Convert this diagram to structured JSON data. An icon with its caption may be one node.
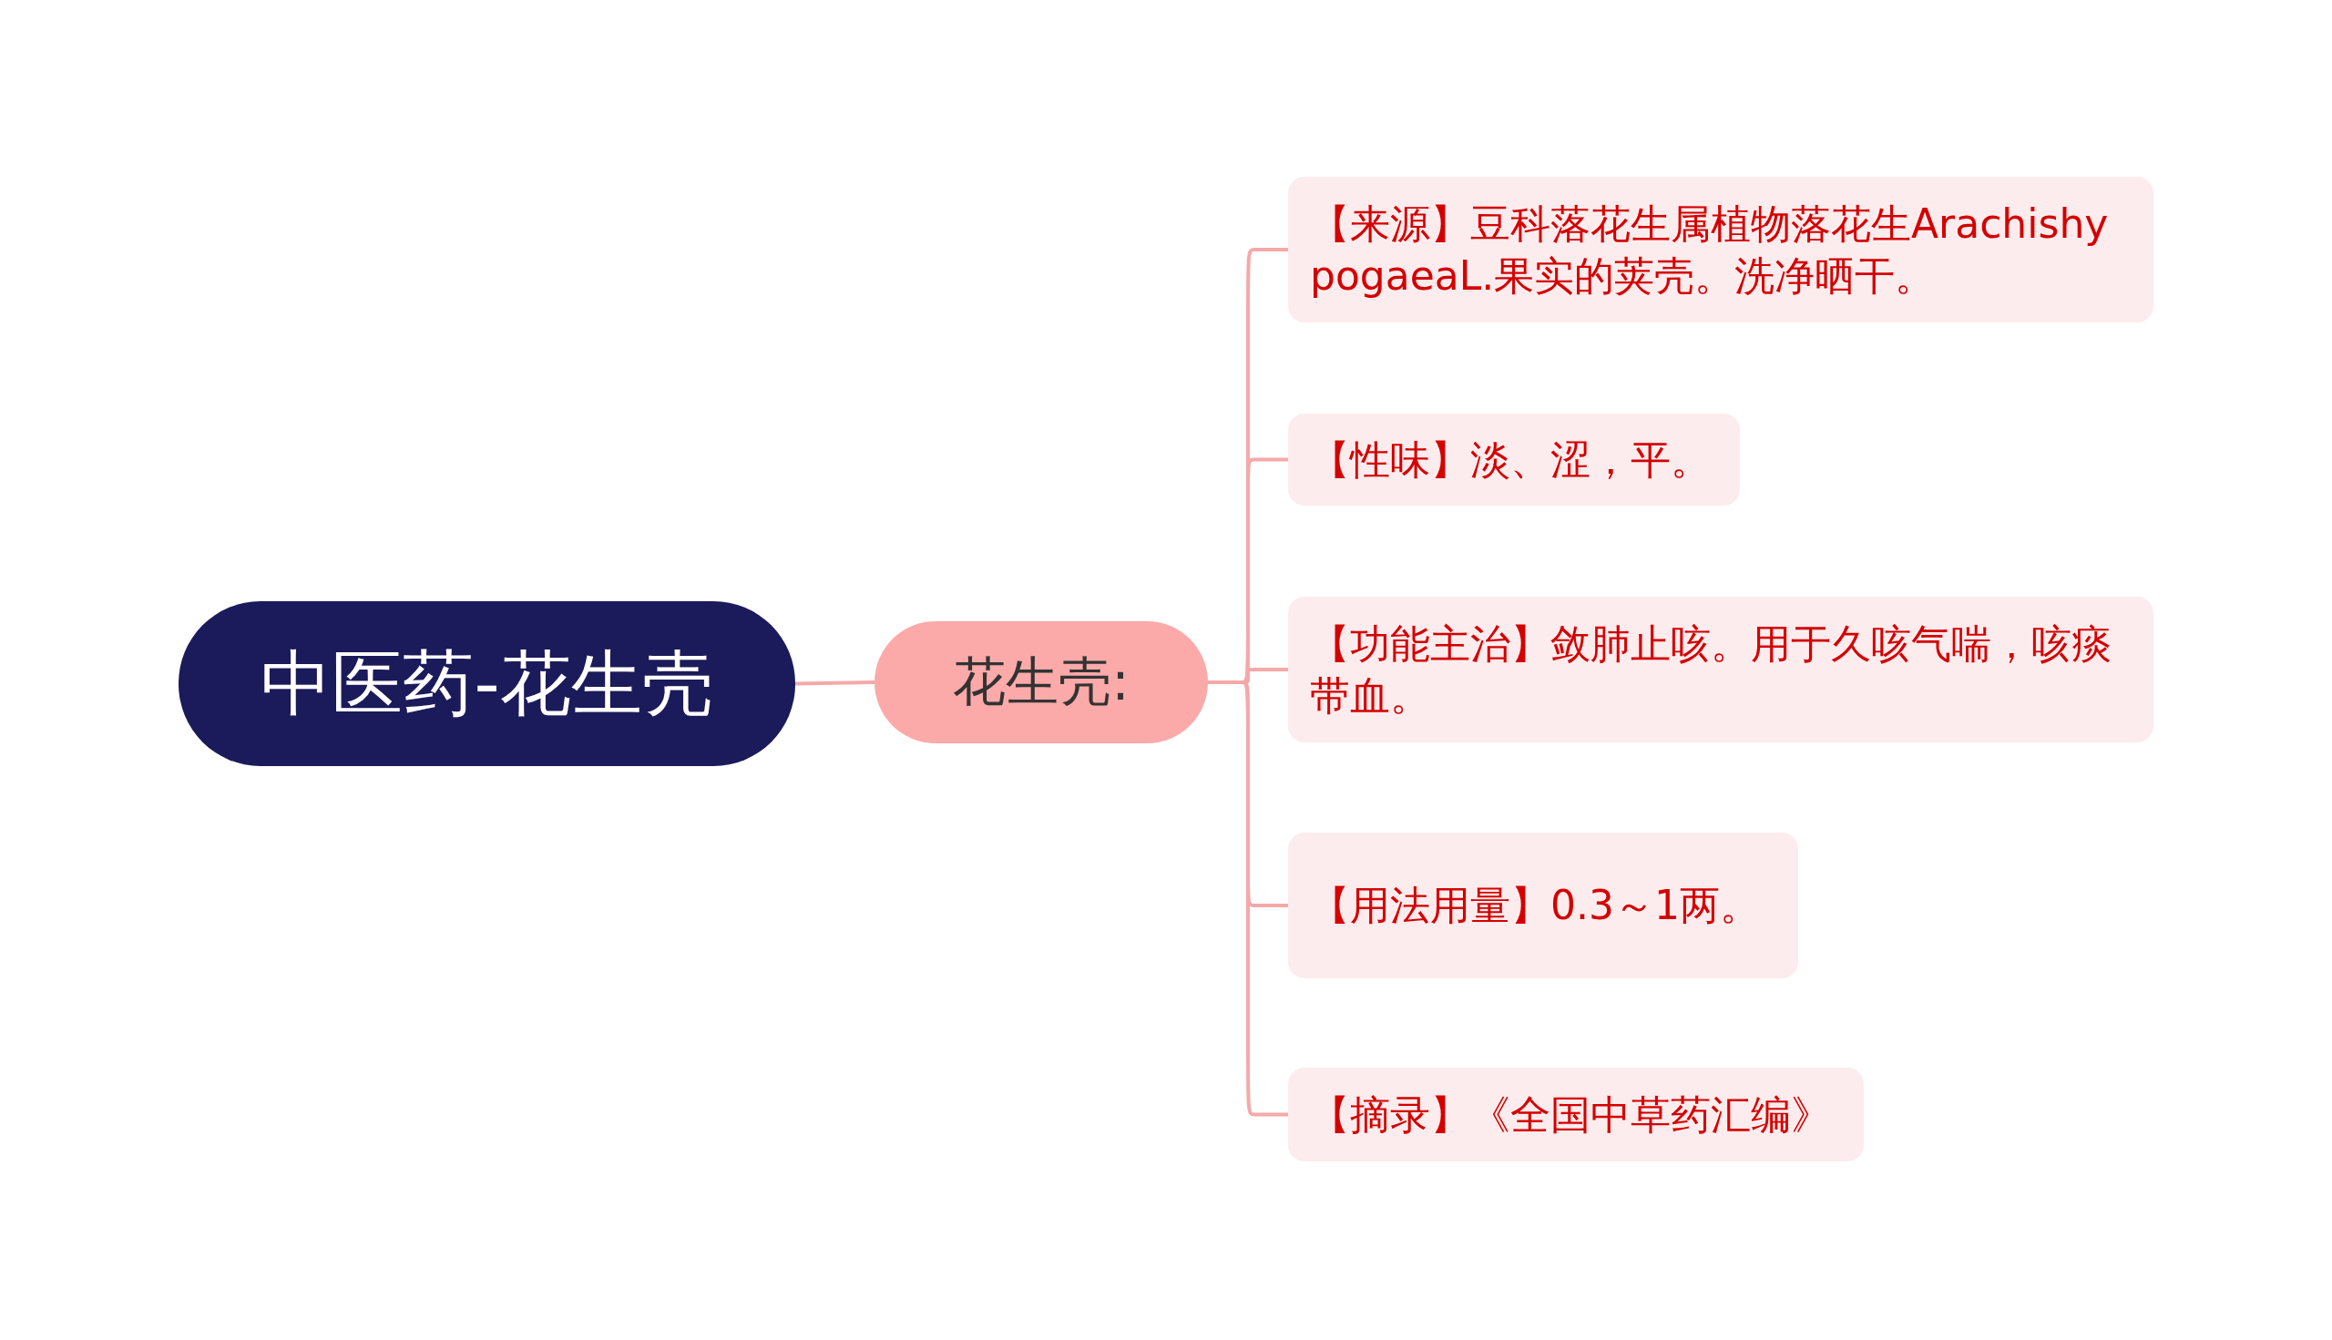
{
  "diagram": {
    "nodes": [
      {
        "text": [
          "中医药-花生壳"
        ]
      },
      {
        "text": [
          "花生壳:"
        ]
      },
      {
        "text": [
          "【来源】豆科落花生属植物落花生Arachishy pogaeaL.果实的荚壳。洗净晒干。"
        ]
      },
      {
        "text": [
          "【性味】淡、涩，平。"
        ]
      },
      {
        "text": [
          "【功能主治】敛肺止咳。用于久咳气喘，咳痰带血。"
        ]
      },
      {
        "text": [
          "【用法用量】0.3～1两。"
        ]
      },
      {
        "text": [
          "【摘录】《全国中草药汇编》"
        ]
      }
    ],
    "edges": [
      {
        "from": 0,
        "to": 1,
        "arrow": "none"
      },
      {
        "from": 1,
        "to": 2,
        "arrow": "none"
      },
      {
        "from": 1,
        "to": 3,
        "arrow": "none"
      },
      {
        "from": 1,
        "to": 4,
        "arrow": "none"
      },
      {
        "from": 1,
        "to": 5,
        "arrow": "none"
      },
      {
        "from": 1,
        "to": 6,
        "arrow": "none"
      }
    ]
  }
}
